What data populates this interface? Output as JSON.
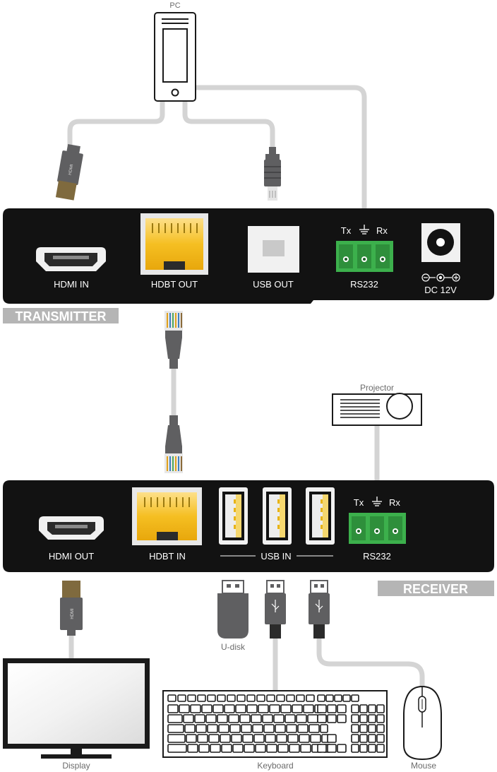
{
  "devices": {
    "pc": "PC",
    "projector": "Projector",
    "u_disk": "U-disk",
    "display": "Display",
    "keyboard": "Keyboard",
    "mouse": "Mouse"
  },
  "transmitter": {
    "banner": "TRANSMITTER",
    "ports": {
      "hdmi_in": "HDMI IN",
      "hdbt_out": "HDBT OUT",
      "usb_out": "USB OUT",
      "rs232": "RS232",
      "tx": "Tx",
      "rx": "Rx",
      "dc": "DC 12V"
    }
  },
  "receiver": {
    "banner": "RECEIVER",
    "ports": {
      "hdmi_out": "HDMI OUT",
      "hdbt_in": "HDBT IN",
      "usb_in": "USB IN",
      "rs232": "RS232",
      "tx": "Tx",
      "rx": "Rx"
    }
  },
  "colors": {
    "panel": "#121212",
    "cable": "#d4d4d4",
    "banner": "#b5b5b5",
    "rj45": "#f2b411",
    "terminal": "#3cb04c",
    "connector": "#5f5f61",
    "hdmi_tip": "#7f6a3e"
  }
}
